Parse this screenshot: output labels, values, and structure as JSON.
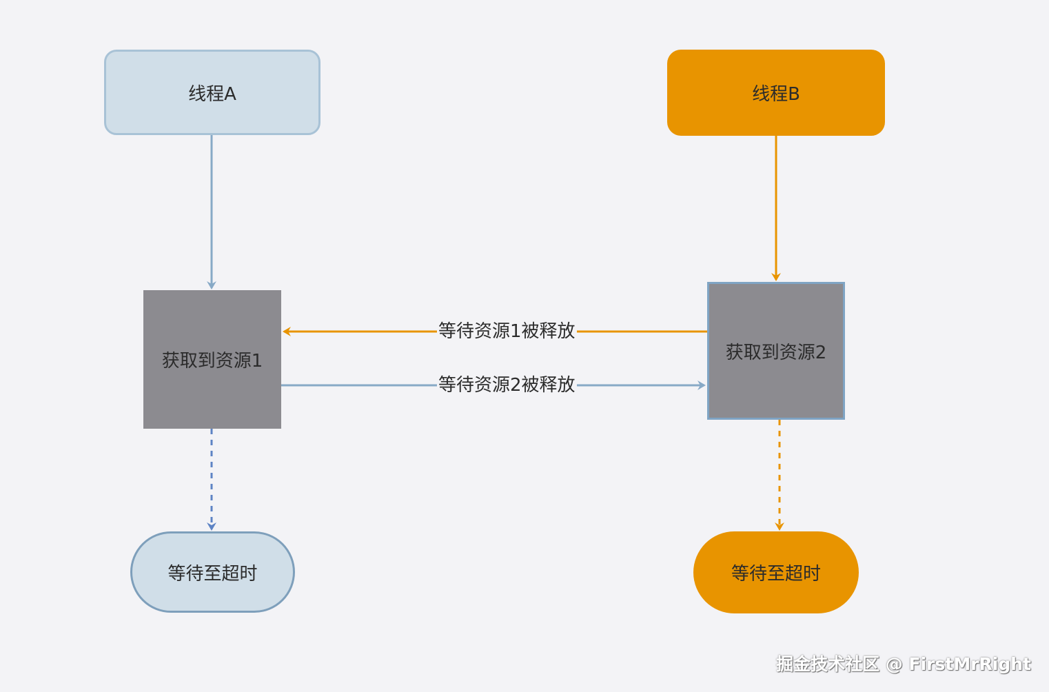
{
  "nodes": {
    "thread_a": "线程A",
    "thread_b": "线程B",
    "resource_1": "获取到资源1",
    "resource_2": "获取到资源2",
    "timeout_a": "等待至超时",
    "timeout_b": "等待至超时"
  },
  "edges": {
    "wait_resource_1": "等待资源1被释放",
    "wait_resource_2": "等待资源2被释放"
  },
  "colors": {
    "blue_stroke": "#87a9c6",
    "orange_stroke": "#e89400",
    "dashed_blue": "#5d83c4",
    "orange_fill": "#e89400",
    "blue_fill": "#d0dee8",
    "gray_fill": "#8c8b90"
  },
  "watermark": "掘金技术社区 @ FirstMrRight"
}
